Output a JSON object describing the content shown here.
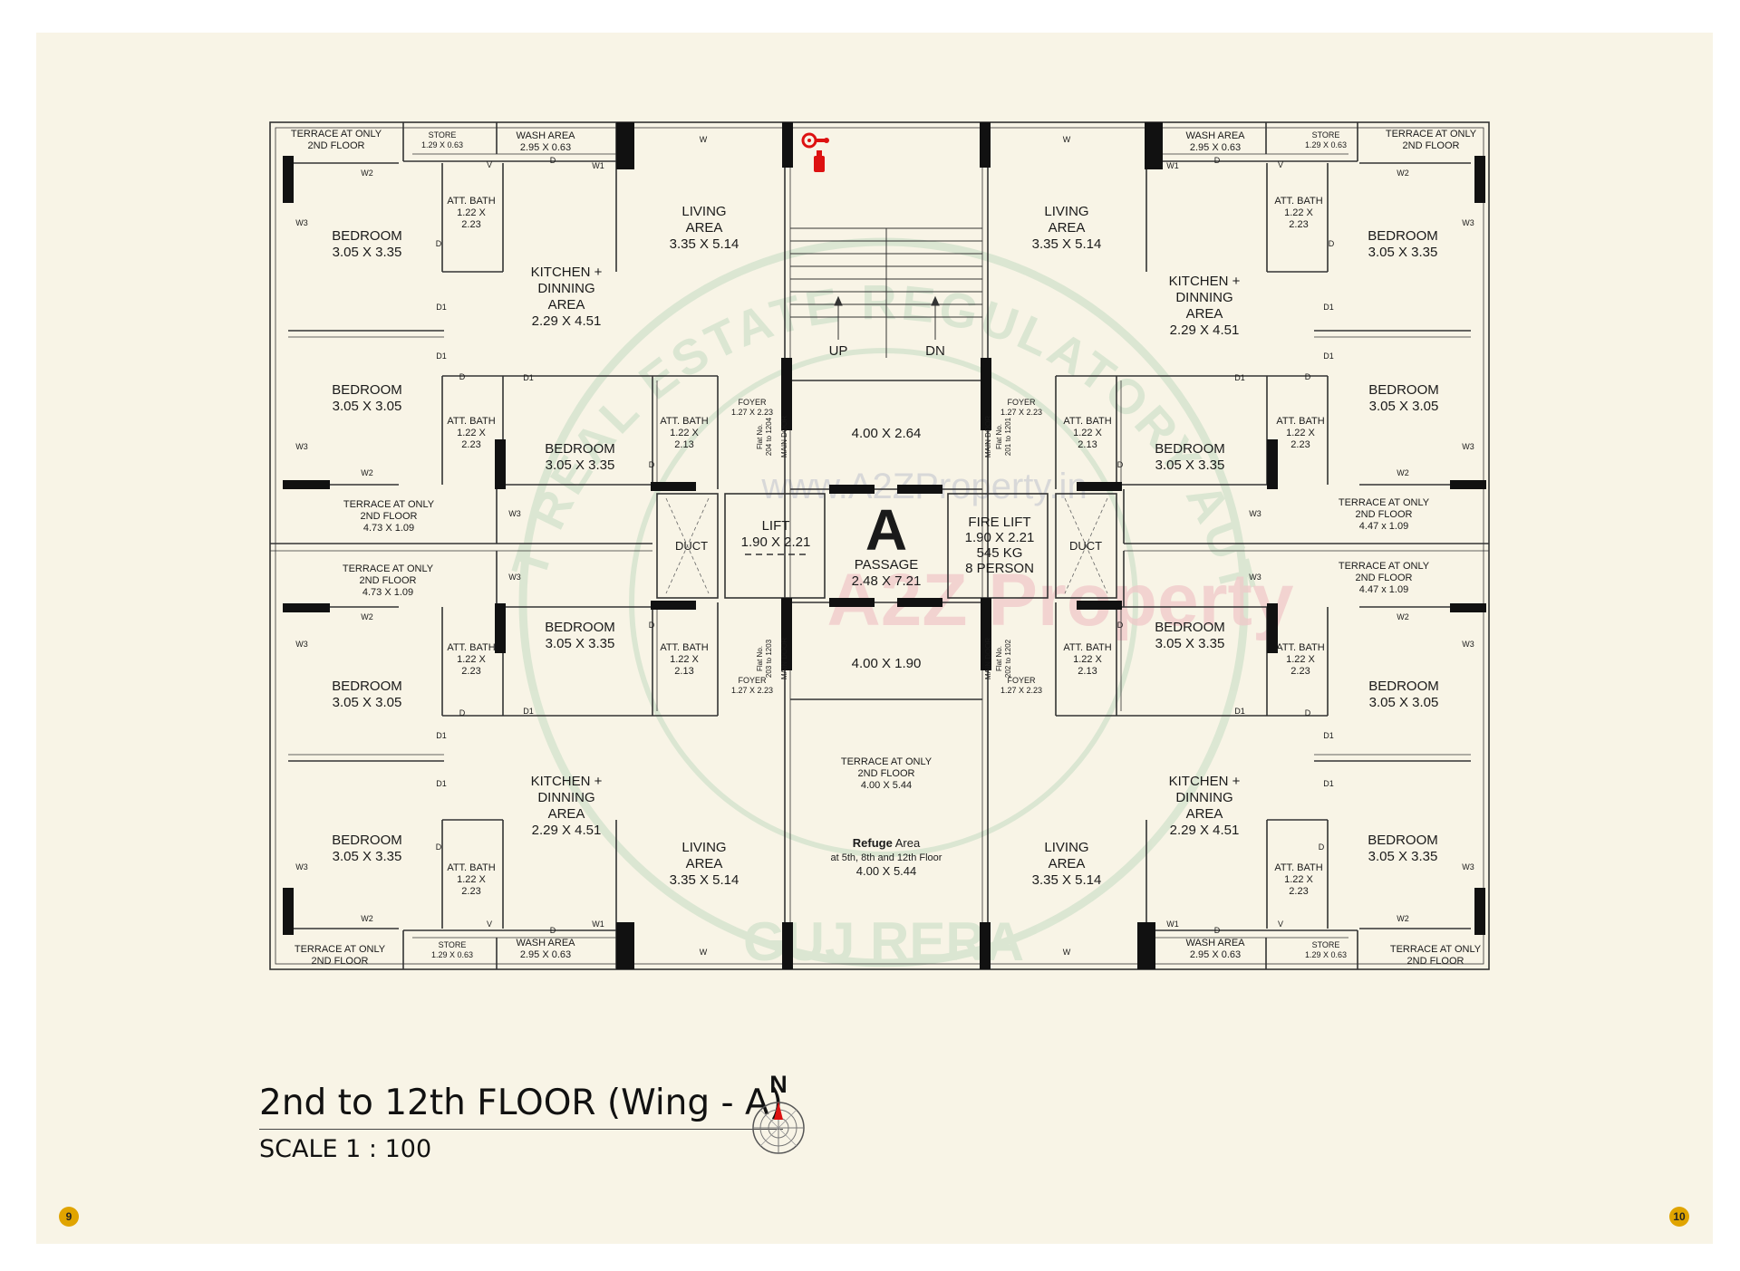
{
  "plan": {
    "center_letter": "A",
    "passage": {
      "label": "PASSAGE",
      "dim": "2.48 X 7.21"
    },
    "lobby_top": "4.00 X 2.64",
    "lobby_bottom": "4.00 X 1.90",
    "lift": {
      "label": "LIFT",
      "dim": "1.90 X 2.21"
    },
    "fire_lift": {
      "label": "FIRE LIFT",
      "dim": "1.90 X 2.21",
      "capacity": "545 KG",
      "persons": "8 PERSON"
    },
    "duct": "DUCT",
    "stair": {
      "up": "UP",
      "dn": "DN"
    },
    "terrace_center": {
      "line1": "TERRACE AT ONLY",
      "line2": "2ND FLOOR",
      "dim": "4.00 X 5.44"
    },
    "refuge": {
      "word": "Refuge",
      "rest": "Area",
      "floors": "at 5th, 8th and 12th Floor",
      "dim": "4.00 X 5.44"
    },
    "living": {
      "line1": "LIVING",
      "line2": "AREA",
      "dim": "3.35 X 5.14"
    },
    "kitchen": {
      "line1": "KITCHEN +",
      "line2": "DINNING",
      "line3": "AREA",
      "dim": "2.29 X 4.51"
    },
    "bedroom": "BEDROOM",
    "dim_3335": "3.05 X 3.35",
    "dim_3305": "3.05 X 3.05",
    "att_bath": "ATT. BATH",
    "bath_122": "1.22 X",
    "bath_223": "2.23",
    "bath_213": "2.13",
    "foyer": "FOYER",
    "foyer_dim": "1.27 X 2.23",
    "main_door": "MAIN DOOR",
    "flat_no": "Flat No.",
    "flat_ul": "204 to 1204",
    "flat_ur": "201 to 1201",
    "flat_ll": "203 to 1203",
    "flat_lr": "202 to 1202",
    "wash_area": "WASH AREA",
    "wash_dim": "2.95 X 0.63",
    "store": "STORE",
    "store_dim": "1.29 X 0.63",
    "terrace_line1": "TERRACE AT ONLY",
    "terrace_line2": "2ND FLOOR",
    "terrace_dim_left": "4.73 X 1.09",
    "terrace_dim_right": "4.47 x 1.09",
    "openings": {
      "w": "W",
      "w1": "W1",
      "w2": "W2",
      "w3": "W3",
      "d": "D",
      "d1": "D1",
      "v": "V"
    }
  },
  "watermarks": {
    "seal_top": "GUJARAT REAL ESTATE REGULATORY AUTHORITY",
    "seal_bottom": "GUJ RERA",
    "url": "www.A2ZProperty.in",
    "brand": "A2Z Property"
  },
  "title": {
    "floor": "2nd to 12th FLOOR (Wing - A)",
    "scale": "SCALE 1 : 100"
  },
  "north": "N",
  "page_numbers": {
    "left": "9",
    "right": "10"
  },
  "colors": {
    "background": "#f8f4e6",
    "wall": "#111111",
    "seal": "#c5dcc3",
    "page_badge": "#e0a400"
  }
}
